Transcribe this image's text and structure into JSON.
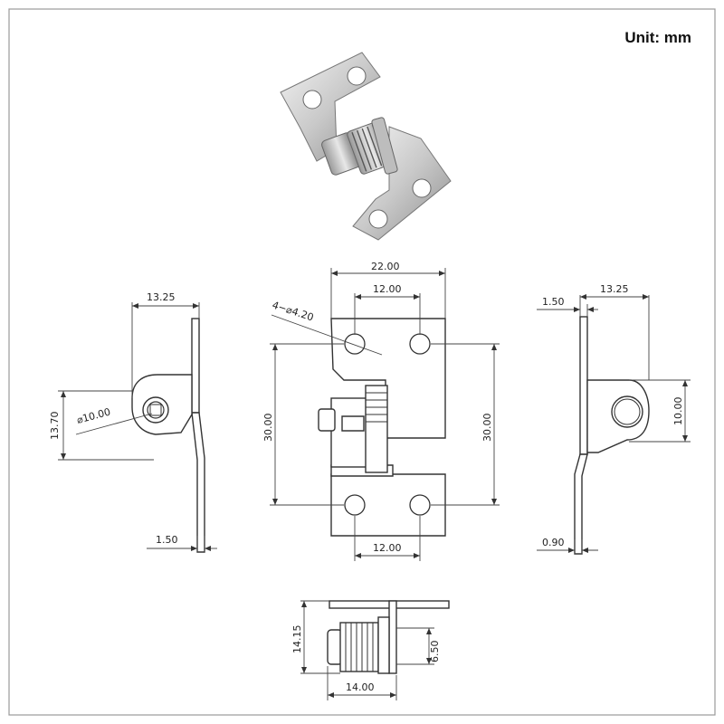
{
  "header": {
    "unit": "Unit: mm"
  },
  "photo": {
    "subject": "hinge photo"
  },
  "left_view": {
    "width": "13.25",
    "height": "13.70",
    "diameter": "⌀10.00",
    "thickness": "1.50"
  },
  "front_view": {
    "total_width": "22.00",
    "hole_spacing_top": "12.00",
    "holes": "4−⌀4.20",
    "height_left": "30.00",
    "height_right": "30.00",
    "hole_spacing_bottom": "12.00"
  },
  "right_view": {
    "width": "13.25",
    "offset": "1.50",
    "diameter": "10.00",
    "thickness": "0.90"
  },
  "bottom_view": {
    "height": "14.15",
    "inner": "6.50",
    "width": "14.00"
  }
}
